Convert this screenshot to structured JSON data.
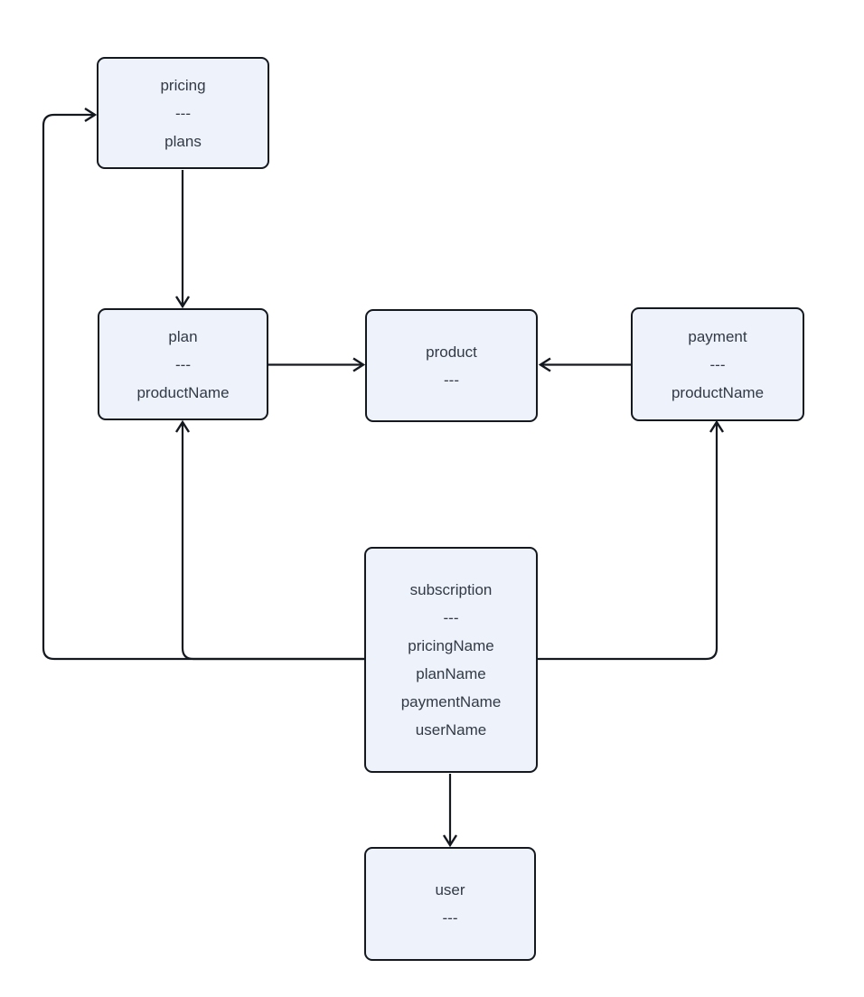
{
  "diagram": {
    "kind": "entity-relationship",
    "background": "#ffffff"
  },
  "colors": {
    "node_fill": "#edf2fb",
    "node_border": "#14181f",
    "edge": "#14181f",
    "text": "#333a45",
    "canvas_bg": "#ffffff"
  },
  "entities": [
    {
      "id": "pricing",
      "title": "pricing",
      "separator": "---",
      "attributes": [
        "plans"
      ]
    },
    {
      "id": "plan",
      "title": "plan",
      "separator": "---",
      "attributes": [
        "productName"
      ]
    },
    {
      "id": "product",
      "title": "product",
      "separator": "---",
      "attributes": []
    },
    {
      "id": "payment",
      "title": "payment",
      "separator": "---",
      "attributes": [
        "productName"
      ]
    },
    {
      "id": "subscription",
      "title": "subscription",
      "separator": "---",
      "attributes": [
        "pricingName",
        "planName",
        "paymentName",
        "userName"
      ]
    },
    {
      "id": "user",
      "title": "user",
      "separator": "---",
      "attributes": []
    }
  ],
  "relationships": [
    {
      "from": "pricing",
      "to": "plan"
    },
    {
      "from": "plan",
      "to": "product"
    },
    {
      "from": "payment",
      "to": "product"
    },
    {
      "from": "subscription",
      "to": "pricing"
    },
    {
      "from": "subscription",
      "to": "plan"
    },
    {
      "from": "subscription",
      "to": "payment"
    },
    {
      "from": "subscription",
      "to": "user"
    }
  ]
}
